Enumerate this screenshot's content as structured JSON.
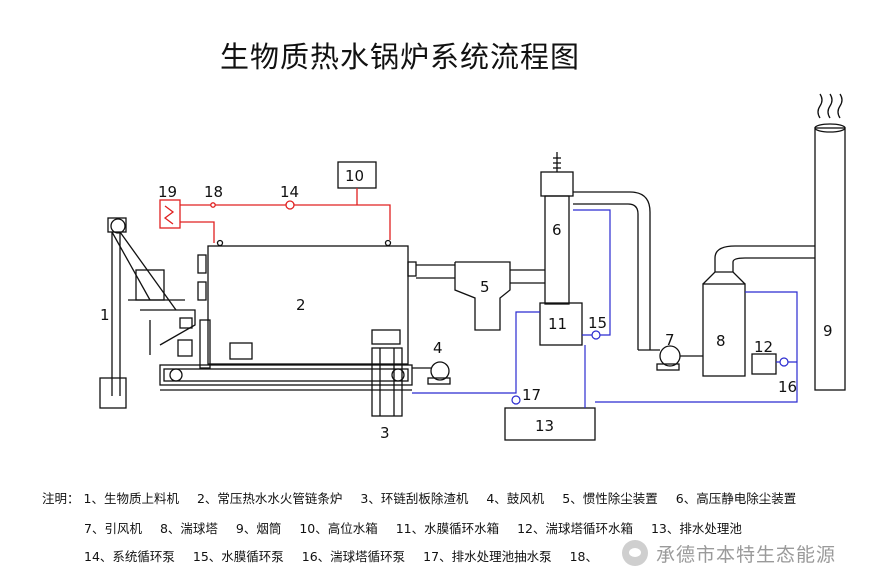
{
  "title": "生物质热水锅炉系统流程图",
  "labels": {
    "l1": "1",
    "l2": "2",
    "l3": "3",
    "l4": "4",
    "l5": "5",
    "l6": "6",
    "l7": "7",
    "l8": "8",
    "l9": "9",
    "l10": "10",
    "l11": "11",
    "l12": "12",
    "l13": "13",
    "l14": "14",
    "l15": "15",
    "l16": "16",
    "l17": "17",
    "l18": "18",
    "l19": "19"
  },
  "notes": {
    "prefix": "注明：",
    "row1": [
      "1、生物质上料机",
      "2、常压热水水火管链条炉",
      "3、环链刮板除渣机",
      "4、鼓风机",
      "5、惯性除尘装置",
      "6、高压静电除尘装置"
    ],
    "row2": [
      "7、引风机",
      "8、湍球塔",
      "9、烟筒",
      "10、高位水箱",
      "11、水膜循环水箱",
      "12、湍球塔循环水箱",
      "13、排水处理池"
    ],
    "row3": [
      "14、系统循环泵",
      "15、水膜循环泵",
      "16、湍球塔循环泵",
      "17、排水处理池抽水泵",
      "18、"
    ]
  },
  "watermark": "承德市本特生态能源",
  "colors": {
    "hot_water": "#e02020",
    "water": "#2a2ad0",
    "line": "#111111"
  }
}
